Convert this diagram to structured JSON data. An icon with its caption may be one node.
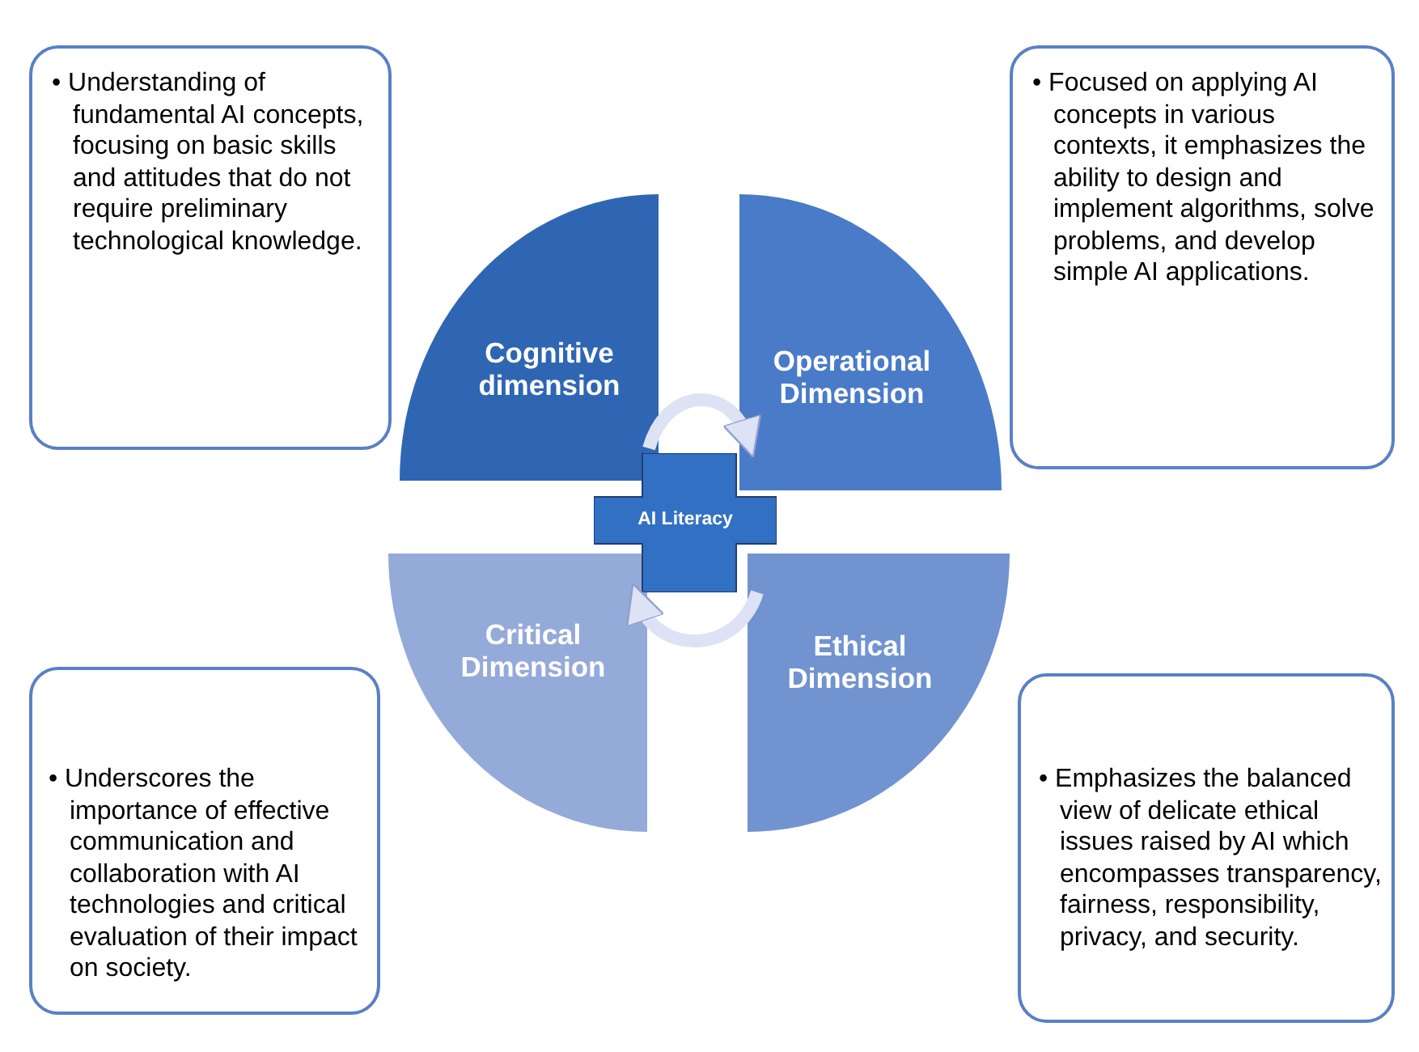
{
  "diagram": {
    "nodes": [
      {
        "text": [
          "• Understanding of fundamental AI concepts, focusing on basic skills and attitudes that do not require preliminary technological knowledge."
        ]
      },
      {
        "text": [
          "• Focused on applying AI concepts in various contexts, it emphasizes the ability to design and implement algorithms, solve problems, and develop simple AI applications."
        ]
      },
      {
        "text": [
          "• Underscores the importance of effective communication and collaboration with AI technologies and critical evaluation of their impact on society."
        ]
      },
      {
        "text": [
          "• Emphasizes the balanced view of delicate ethical issues raised by AI which encompasses transparency, fairness, responsibility, privacy, and security."
        ]
      },
      {
        "text": [
          "Cognitive dimension"
        ]
      },
      {
        "text": [
          "Operational Dimension"
        ]
      },
      {
        "text": [
          "Critical Dimension"
        ]
      },
      {
        "text": [
          "Ethical Dimension"
        ]
      },
      {
        "text": [
          "AI Literacy"
        ]
      }
    ],
    "edges": [
      {
        "from": 4,
        "to": 5,
        "arrow": "to"
      },
      {
        "from": 7,
        "to": 6,
        "arrow": "to"
      }
    ]
  }
}
